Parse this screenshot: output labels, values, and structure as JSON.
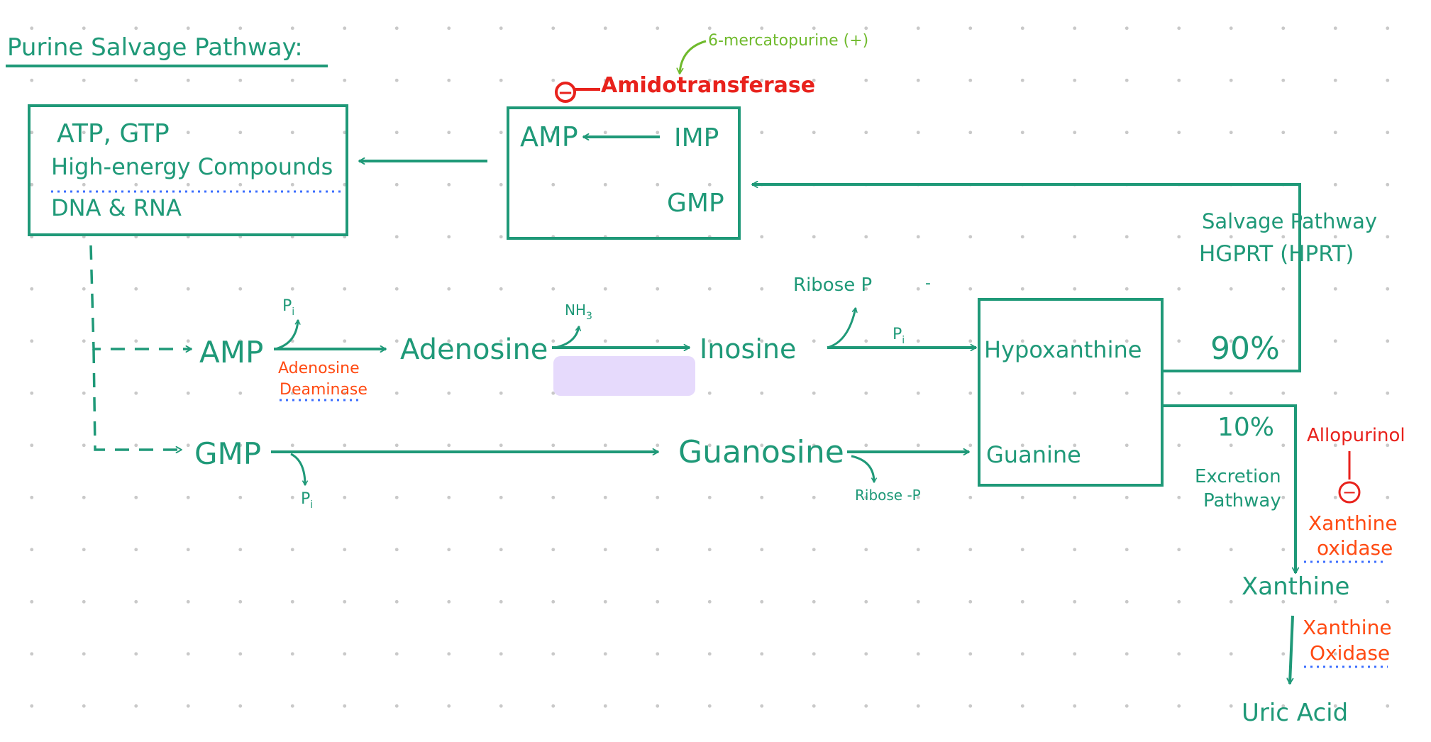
{
  "title": "Purine Salvage Pathway:",
  "colors": {
    "teal": "#1f9978",
    "red": "#e8221c",
    "orange": "#ff4a12",
    "green": "#6fba2c",
    "blue_dotted": "#3d6fff",
    "highlight": "#e6dafc"
  },
  "top_left_box": {
    "line1": "ATP, GTP",
    "line2": "High-energy Compounds",
    "line3": "DNA & RNA"
  },
  "nucleotide_box": {
    "amp": "AMP",
    "imp": "IMP",
    "gmp": "GMP"
  },
  "inhibitor": {
    "drug": "6-mercatopurine (+)",
    "minus_symbol": "−",
    "enzyme": "Amidotransferase"
  },
  "salvage_label": {
    "line1": "Salvage Pathway",
    "line2": "HGPRT (HPRT)"
  },
  "adenine_row": {
    "amp": "AMP",
    "pi_1": "P",
    "pi_1_sub": "i",
    "enzyme_line1": "Adenosine",
    "enzyme_line2": "Deaminase",
    "adenosine": "Adenosine",
    "nh3": "NH",
    "nh3_sub": "3",
    "inosine": "Inosine",
    "ribose_p": "Ribose P",
    "stray_dash": "-",
    "pi_2": "P",
    "pi_2_sub": "i"
  },
  "guanine_row": {
    "gmp": "GMP",
    "pi": "P",
    "pi_sub": "i",
    "guanosine": "Guanosine",
    "ribose_p": "Ribose -P"
  },
  "base_box": {
    "hypoxanthine": "Hypoxanthine",
    "guanine": "Guanine"
  },
  "percent_90": "90%",
  "percent_10": "10%",
  "excretion_label": {
    "line1": "Excretion",
    "line2": "Pathway"
  },
  "allopurinol": {
    "name": "Allopurinol",
    "minus_symbol": "−"
  },
  "xanthine_oxidase_1": {
    "line1": "Xanthine",
    "line2": "oxidase"
  },
  "xanthine": "Xanthine",
  "xanthine_oxidase_2": {
    "line1": "Xanthine",
    "line2": "Oxidase"
  },
  "uric_acid": "Uric Acid"
}
